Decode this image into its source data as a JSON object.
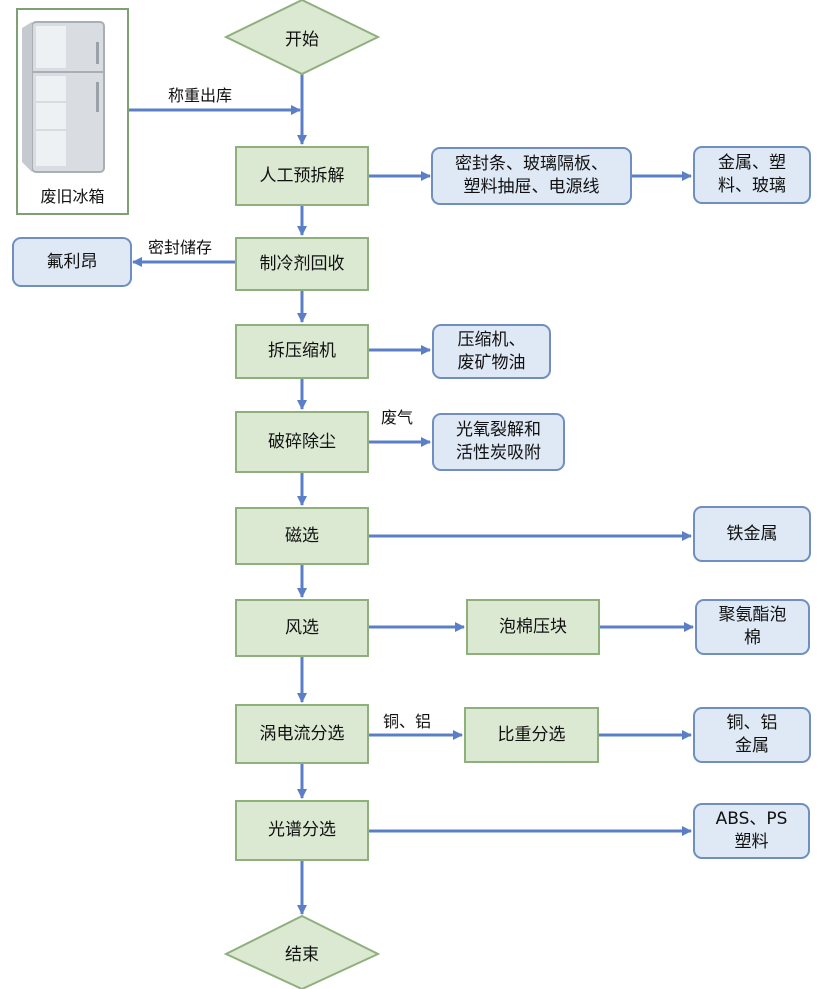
{
  "start": "开始",
  "end": "结束",
  "photo_caption": "废旧冰箱",
  "edge_labels": {
    "weigh_out": "称重出库",
    "sealed_storage": "密封储存",
    "exhaust": "废气",
    "copper_aluminum": "铜、铝"
  },
  "steps": {
    "manual_predismantle": "人工预拆解",
    "refrigerant_recovery": "制冷剂回收",
    "remove_compressor": "拆压缩机",
    "crush_dedust": "破碎除尘",
    "magnetic_separation": "磁选",
    "air_separation": "风选",
    "eddy_current": "涡电流分选",
    "spectral_sorting": "光谱分选",
    "foam_compaction": "泡棉压块",
    "gravity_separation": "比重分选"
  },
  "outputs": {
    "seals_glass": "密封条、玻璃隔板、\n塑料抽屉、电源线",
    "metal_plastic_glass": "金属、塑\n料、玻璃",
    "freon": "氟利昂",
    "compressor_oil": "压缩机、\n废矿物油",
    "photo_oxidation": "光氧裂解和\n活性炭吸附",
    "ferrous_metal": "铁金属",
    "pu_foam": "聚氨酯泡\n棉",
    "cu_al_metal": "铜、铝\n金属",
    "abs_ps": "ABS、PS\n塑料"
  },
  "colors": {
    "process_fill": "#dbe9d3",
    "process_border": "#8fb07c",
    "output_fill": "#dfe8f5",
    "output_border": "#6f8fc0",
    "arrow": "#5b7fc6"
  }
}
